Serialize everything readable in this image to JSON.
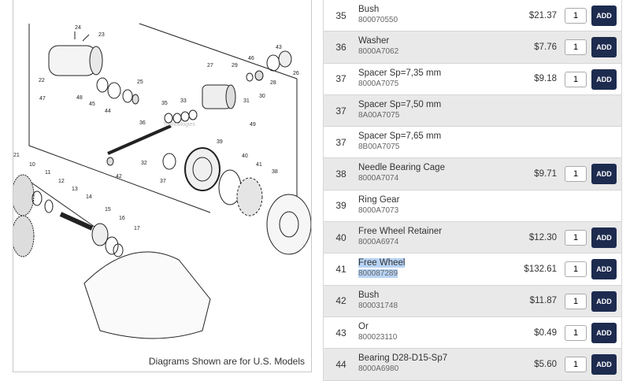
{
  "diagram": {
    "caption": "Diagrams Shown are for U.S. Models",
    "watermark": "Technologies",
    "callouts": [
      "24",
      "23",
      "22",
      "47",
      "48",
      "45",
      "44",
      "25",
      "27",
      "29",
      "46",
      "43",
      "26",
      "28",
      "30",
      "31",
      "35",
      "33",
      "36",
      "49",
      "39",
      "21",
      "10",
      "11",
      "12",
      "13",
      "14",
      "32",
      "42",
      "40",
      "41",
      "38",
      "37",
      "15",
      "16",
      "17"
    ]
  },
  "parts": [
    {
      "num": "35",
      "name": "Bush",
      "code": "800070550",
      "price": "$21.37",
      "qty": "1",
      "add": "ADD"
    },
    {
      "num": "36",
      "name": "Washer",
      "code": "8000A7062",
      "price": "$7.76",
      "qty": "1",
      "add": "ADD"
    },
    {
      "num": "37",
      "name": "Spacer Sp=7,35 mm",
      "code": "8000A7075",
      "price": "$9.18",
      "qty": "1",
      "add": "ADD"
    },
    {
      "num": "37",
      "name": "Spacer Sp=7,50 mm",
      "code": "8A00A7075",
      "price": "",
      "qty": "",
      "add": ""
    },
    {
      "num": "37",
      "name": "Spacer Sp=7,65 mm",
      "code": "8B00A7075",
      "price": "",
      "qty": "",
      "add": ""
    },
    {
      "num": "38",
      "name": "Needle Bearing Cage",
      "code": "8000A7074",
      "price": "$9.71",
      "qty": "1",
      "add": "ADD"
    },
    {
      "num": "39",
      "name": "Ring Gear",
      "code": "8000A7073",
      "price": "",
      "qty": "",
      "add": ""
    },
    {
      "num": "40",
      "name": "Free Wheel Retainer",
      "code": "8000A6974",
      "price": "$12.30",
      "qty": "1",
      "add": "ADD"
    },
    {
      "num": "41",
      "name": "Free Wheel",
      "code": "800087289",
      "price": "$132.61",
      "qty": "1",
      "add": "ADD"
    },
    {
      "num": "42",
      "name": "Bush",
      "code": "800031748",
      "price": "$11.87",
      "qty": "1",
      "add": "ADD"
    },
    {
      "num": "43",
      "name": "Or",
      "code": "800023110",
      "price": "$0.49",
      "qty": "1",
      "add": "ADD"
    },
    {
      "num": "44",
      "name": "Bearing D28-D15-Sp7",
      "code": "8000A6980",
      "price": "$5.60",
      "qty": "1",
      "add": "ADD"
    }
  ]
}
